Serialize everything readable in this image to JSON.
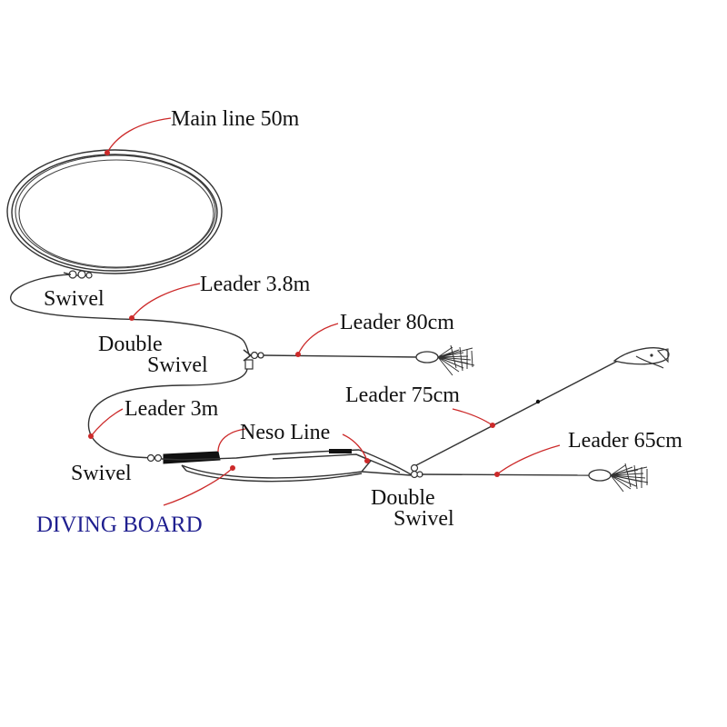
{
  "colors": {
    "line": "#333333",
    "pointer": "#cc2a2a",
    "text": "#111111",
    "diving_board_text": "#1f1f8f"
  },
  "labels": {
    "main_line": "Main line 50m",
    "swivel_top": "Swivel",
    "leader_3_8m": "Leader 3.8m",
    "double_swivel_top_1": "Double",
    "double_swivel_top_2": "Swivel",
    "leader_80cm": "Leader 80cm",
    "leader_3m": "Leader 3m",
    "neso_line": "Neso Line",
    "leader_75cm": "Leader 75cm",
    "leader_65cm": "Leader 65cm",
    "swivel_bottom": "Swivel",
    "double_swivel_bottom_1": "Double",
    "double_swivel_bottom_2": "Swivel",
    "diving_board": "DIVING BOARD"
  },
  "icons": [
    "coiled-line-icon",
    "swivel-icon",
    "double-swivel-icon",
    "squid-lure-icon",
    "diving-board-icon",
    "fish-lure-icon"
  ]
}
